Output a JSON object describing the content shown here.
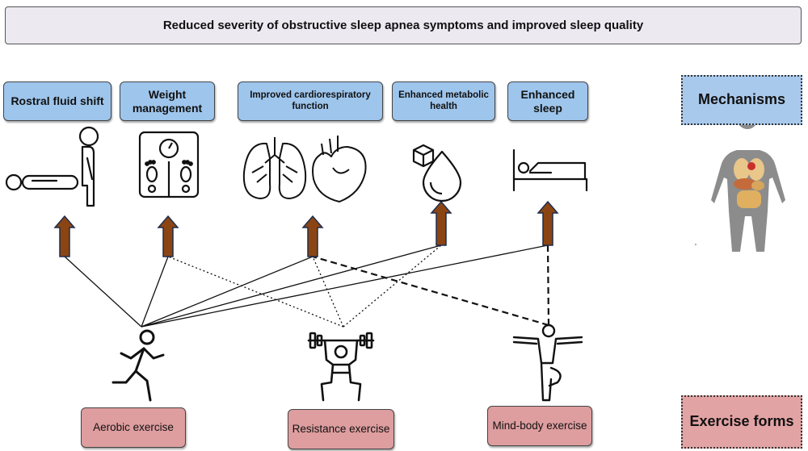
{
  "title": "Reduced severity of obstructive sleep apnea symptoms and improved sleep quality",
  "mechanisms": [
    {
      "id": "rostral",
      "label": "Rostral fluid shift",
      "icon": "lying-and-standing-person-icon"
    },
    {
      "id": "weight",
      "label": "Weight management",
      "icon": "bathroom-scale-icon"
    },
    {
      "id": "cardio",
      "label": "Improved cardiorespiratory function",
      "icon": "lungs-and-heart-icon"
    },
    {
      "id": "metabolic",
      "label": "Enhanced metabolic health",
      "icon": "glucose-drop-icon"
    },
    {
      "id": "sleep",
      "label": "Enhanced sleep",
      "icon": "person-in-bed-icon"
    }
  ],
  "exercises": [
    {
      "id": "aerobic",
      "label": "Aerobic exercise",
      "icon": "running-person-icon"
    },
    {
      "id": "resistance",
      "label": "Resistance exercise",
      "icon": "weightlifter-icon"
    },
    {
      "id": "mindbody",
      "label": "Mind-body exercise",
      "icon": "yoga-tree-pose-icon"
    }
  ],
  "legend": {
    "mechanisms_label": "Mechanisms",
    "exercise_forms_label": "Exercise forms",
    "body_icon": "human-body-organs-icon"
  },
  "connections": [
    {
      "from": "aerobic",
      "to": "rostral",
      "style": "solid"
    },
    {
      "from": "aerobic",
      "to": "weight",
      "style": "solid"
    },
    {
      "from": "aerobic",
      "to": "cardio",
      "style": "solid"
    },
    {
      "from": "aerobic",
      "to": "metabolic",
      "style": "solid"
    },
    {
      "from": "aerobic",
      "to": "sleep",
      "style": "solid"
    },
    {
      "from": "resistance",
      "to": "weight",
      "style": "dotted"
    },
    {
      "from": "resistance",
      "to": "cardio",
      "style": "dotted"
    },
    {
      "from": "resistance",
      "to": "metabolic",
      "style": "dotted"
    },
    {
      "from": "mindbody",
      "to": "cardio",
      "style": "dashed"
    },
    {
      "from": "mindbody",
      "to": "sleep",
      "style": "dashed"
    }
  ],
  "colors": {
    "mechanism_box": "#9ec5ec",
    "exercise_box": "#de9d9f",
    "arrow_fill": "#8b4513",
    "title_box": "#ece9f1"
  }
}
